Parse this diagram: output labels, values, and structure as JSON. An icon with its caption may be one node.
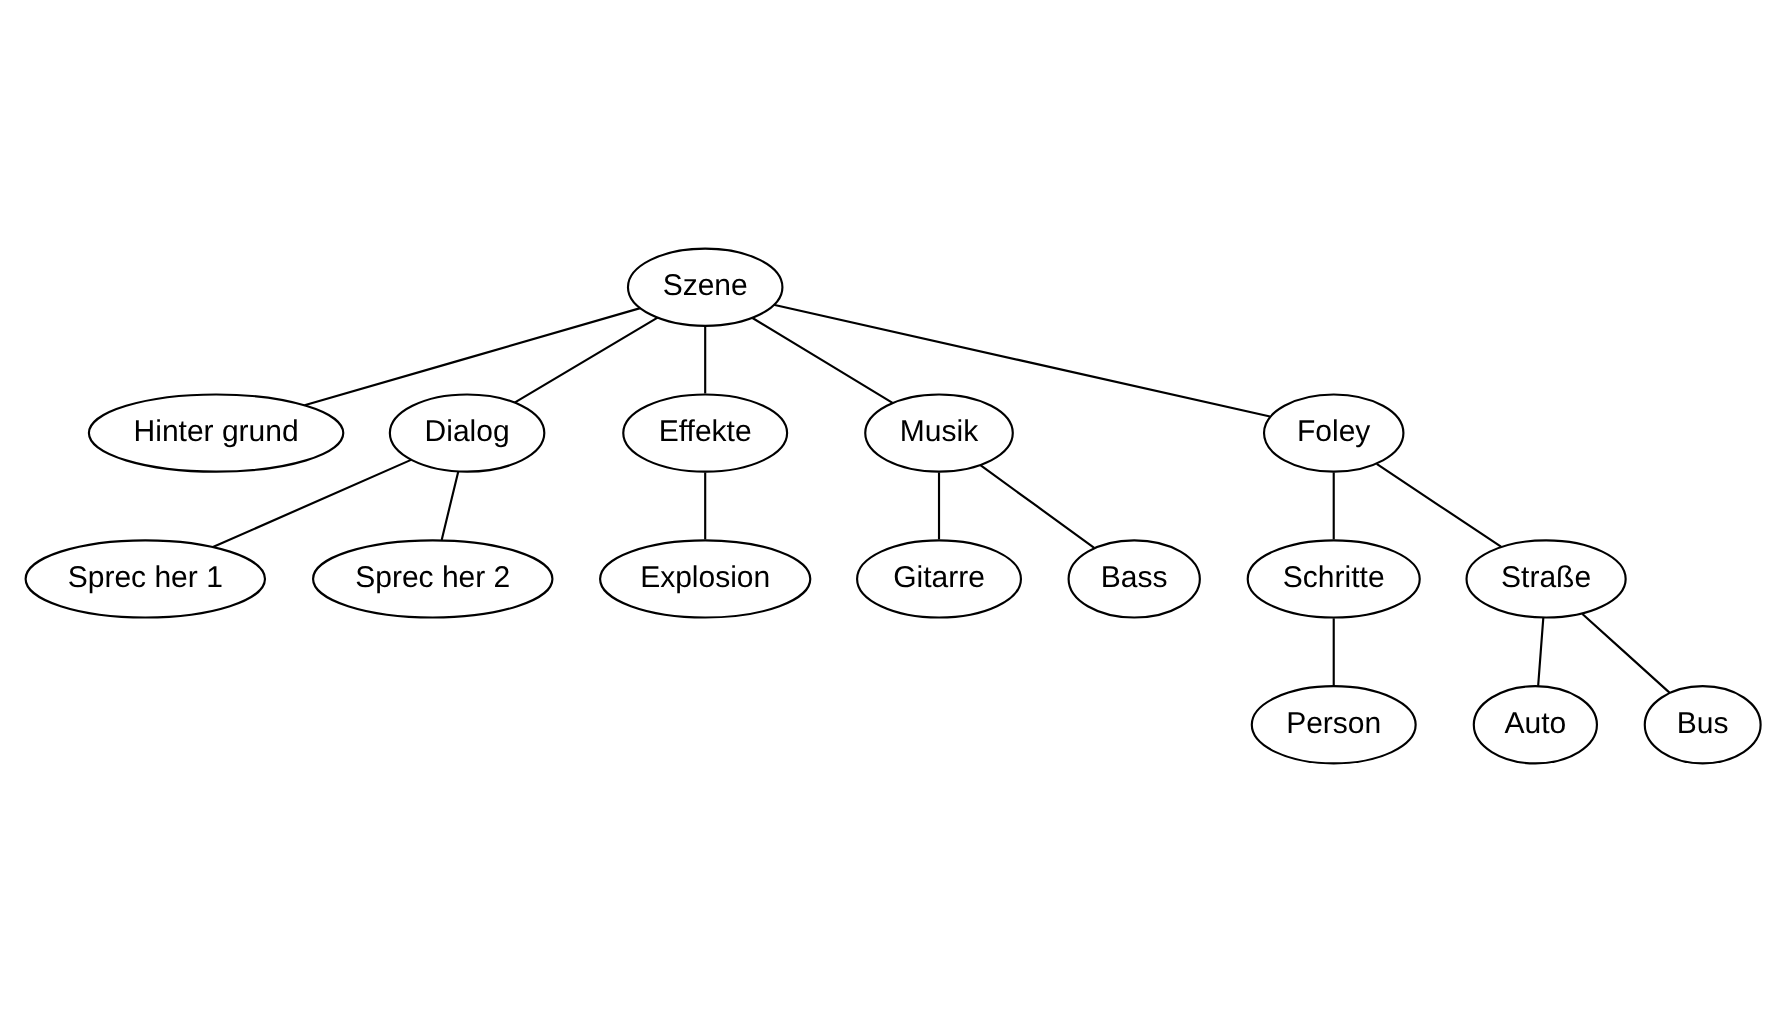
{
  "diagram": {
    "nodes": [
      {
        "text": [
          "Szene"
        ]
      },
      {
        "text": [
          "Hinter grund"
        ]
      },
      {
        "text": [
          "Dialog"
        ]
      },
      {
        "text": [
          "Effekte"
        ]
      },
      {
        "text": [
          "Musik"
        ]
      },
      {
        "text": [
          "Foley"
        ]
      },
      {
        "text": [
          "Sprec her 1"
        ]
      },
      {
        "text": [
          "Sprec her 2"
        ]
      },
      {
        "text": [
          "Explosion"
        ]
      },
      {
        "text": [
          "Gitarre"
        ]
      },
      {
        "text": [
          "Bass"
        ]
      },
      {
        "text": [
          "Schritte"
        ]
      },
      {
        "text": [
          "Straße"
        ]
      },
      {
        "text": [
          "Person"
        ]
      },
      {
        "text": [
          "Auto"
        ]
      },
      {
        "text": [
          "Bus"
        ]
      }
    ],
    "edges": [
      {
        "from": 0,
        "to": 5,
        "arrow": "none"
      },
      {
        "from": 0,
        "to": 2,
        "arrow": "none"
      },
      {
        "from": 0,
        "to": 1,
        "arrow": "none"
      },
      {
        "from": 0,
        "to": 3,
        "arrow": "none"
      },
      {
        "from": 0,
        "to": 4,
        "arrow": "none"
      },
      {
        "from": 2,
        "to": 6,
        "arrow": "none"
      },
      {
        "from": 2,
        "to": 7,
        "arrow": "none"
      },
      {
        "from": 3,
        "to": 8,
        "arrow": "none"
      },
      {
        "from": 4,
        "to": 9,
        "arrow": "none"
      },
      {
        "from": 4,
        "to": 10,
        "arrow": "none"
      },
      {
        "from": 5,
        "to": 11,
        "arrow": "none"
      },
      {
        "from": 5,
        "to": 12,
        "arrow": "none"
      },
      {
        "from": 11,
        "to": 13,
        "arrow": "none"
      },
      {
        "from": 12,
        "to": 14,
        "arrow": "none"
      },
      {
        "from": 12,
        "to": 15,
        "arrow": "none"
      }
    ]
  }
}
